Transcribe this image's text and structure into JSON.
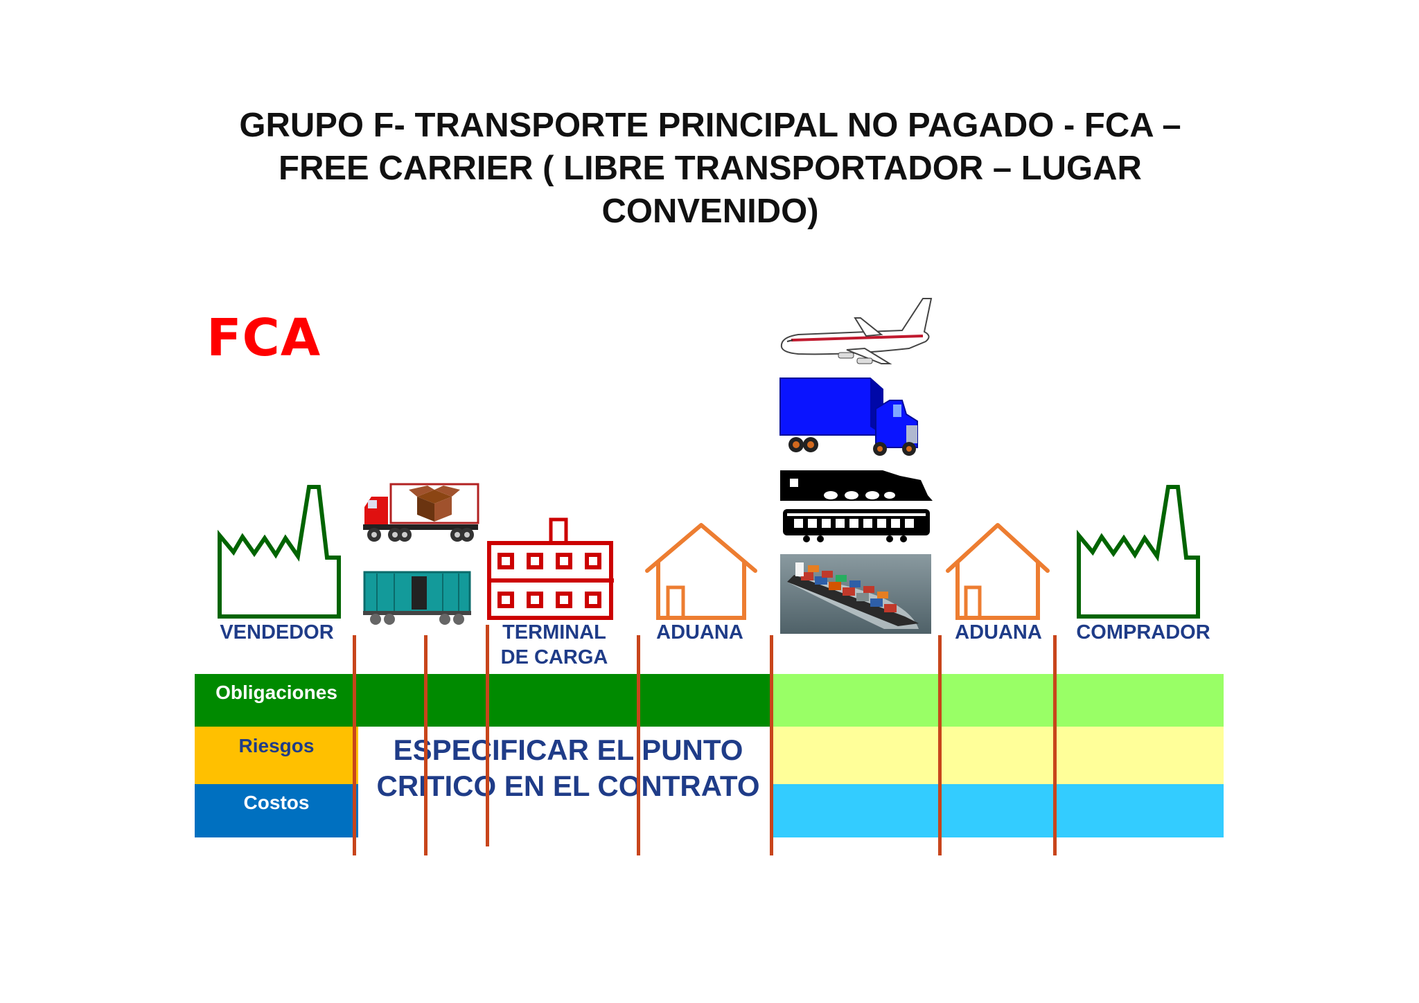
{
  "title": {
    "line1": "GRUPO F- TRANSPORTE PRINCIPAL NO PAGADO - FCA –",
    "line2": "FREE CARRIER ( LIBRE TRANSPORTADOR – LUGAR",
    "line3": "CONVENIDO)"
  },
  "logo_text": "FCA",
  "stations": {
    "vendedor": "VENDEDOR",
    "terminal_line1": "TERMINAL",
    "terminal_line2": "DE CARGA",
    "aduana_1": "ADUANA",
    "aduana_2": "ADUANA",
    "comprador": "COMPRADOR"
  },
  "bands": {
    "obligaciones": "Obligaciones",
    "riesgos": "Riesgos",
    "costos": "Costos"
  },
  "note": {
    "line1": "ESPECIFICAR EL PUNTO",
    "line2": "CRITICO EN EL CONTRATO"
  },
  "colors": {
    "seller_obligaciones": "#008a00",
    "buyer_obligaciones": "#99ff66",
    "seller_riesgos": "#ffc000",
    "buyer_riesgos": "#ffff99",
    "seller_costos": "#0070c0",
    "buyer_costos": "#33ccff",
    "divider": "#c8451b",
    "factory": "#006400",
    "aduana": "#ed7d31",
    "terminal": "#cc0000",
    "fca": "#ff0000",
    "label": "#1f3c88"
  },
  "icons": [
    "seller-factory-icon",
    "delivery-truck-icon",
    "boxcar-icon",
    "terminal-building-icon",
    "customs-house-icon",
    "airplane-icon",
    "blue-truck-icon",
    "train-icon",
    "container-ship-icon",
    "buyer-factory-icon"
  ]
}
